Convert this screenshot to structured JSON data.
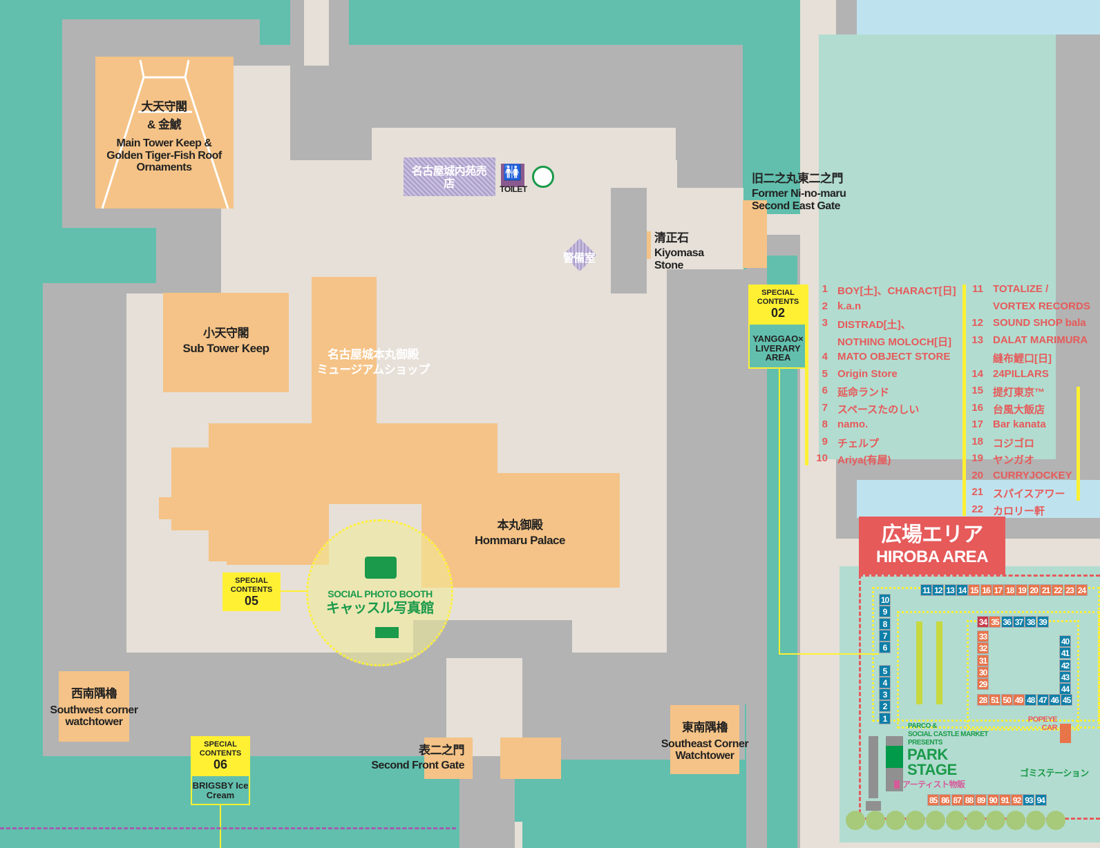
{
  "labels": {
    "main_tower_jp1": "大天守閣",
    "main_tower_jp2": "& 金鯱",
    "main_tower_en": "Main Tower Keep & Golden Tiger-Fish Roof Ornaments",
    "shop_jp": "名古屋城内苑売店",
    "toilet": "TOILET",
    "gate_ne_jp": "旧二之丸東二之門",
    "gate_ne_en1": "Former Ni-no-maru",
    "gate_ne_en2": "Second East Gate",
    "kiyomasa_jp": "清正石",
    "kiyomasa_en1": "Kiyomasa",
    "kiyomasa_en2": "Stone",
    "guard_room": "警備室",
    "sub_tower_jp": "小天守閣",
    "sub_tower_en": "Sub Tower Keep",
    "museum_shop1": "名古屋城本丸御殿",
    "museum_shop2": "ミュージアムショップ",
    "hommaru_jp": "本丸御殿",
    "hommaru_en": "Hommaru Palace",
    "photo_booth_en": "SOCIAL PHOTO BOOTH",
    "photo_booth_jp": "キャッスル写真館",
    "sw_jp": "西南隅櫓",
    "sw_en1": "Southwest corner",
    "sw_en2": "watchtower",
    "front_gate_jp": "表二之門",
    "front_gate_en": "Second Front Gate",
    "se_jp": "東南隅櫓",
    "se_en1": "Southeast Corner",
    "se_en2": "Watchtower",
    "hiroba_jp": "広場エリア",
    "hiroba_en": "HIROBA AREA",
    "parco1": "PARCO &",
    "parco2": "SOCIAL CASTLE MARKET",
    "parco3": "PRESENTS",
    "park1": "PARK",
    "park2": "STAGE",
    "artist_goods": "アーティスト物販",
    "popeye1": "POPEYE",
    "popeye2": "CAR",
    "garbage": "ゴミステーション"
  },
  "special": [
    {
      "title": "SPECIAL CONTENTS",
      "num": "02",
      "sub": "YANGGAO× LIVERARY AREA"
    },
    {
      "title": "SPECIAL CONTENTS",
      "num": "05"
    },
    {
      "title": "SPECIAL CONTENTS",
      "num": "06",
      "sub": "BRIGSBY Ice Cream"
    }
  ],
  "vendors_left": [
    [
      "1",
      "BOY[土]、CHARACT[日]"
    ],
    [
      "2",
      "k.a.n"
    ],
    [
      "3",
      "DISTRAD[土]、"
    ],
    [
      "",
      "NOTHING MOLOCH[日]"
    ],
    [
      "4",
      "MATO OBJECT STORE"
    ],
    [
      "5",
      "Origin Store"
    ],
    [
      "6",
      "延命ランド"
    ],
    [
      "7",
      "スペースたのしい"
    ],
    [
      "8",
      "namo."
    ],
    [
      "9",
      "チェルプ"
    ],
    [
      "10",
      "Ariya(有屋)"
    ]
  ],
  "vendors_right": [
    [
      "11",
      "TOTALIZE /"
    ],
    [
      "",
      "VORTEX RECORDS"
    ],
    [
      "12",
      "SOUND SHOP bala"
    ],
    [
      "13",
      "DALAT MARIMURA"
    ],
    [
      "",
      "縫布鯉口[日]"
    ],
    [
      "14",
      "24PILLARS"
    ],
    [
      "15",
      "提灯東京™"
    ],
    [
      "16",
      "台風大飯店"
    ],
    [
      "17",
      "Bar kanata"
    ],
    [
      "18",
      "コジゴロ"
    ],
    [
      "19",
      "ヤンガオ"
    ],
    [
      "20",
      "CURRYJOCKEY"
    ],
    [
      "21",
      "スパイスアワー"
    ],
    [
      "22",
      "カロリー軒"
    ]
  ],
  "booths": {
    "top": [
      [
        "11",
        "bl"
      ],
      [
        "12",
        "bl"
      ],
      [
        "13",
        "bl"
      ],
      [
        "14",
        "bl"
      ],
      [
        "15",
        "or"
      ],
      [
        "16",
        "or"
      ],
      [
        "17",
        "or"
      ],
      [
        "18",
        "or"
      ],
      [
        "19",
        "or"
      ],
      [
        "20",
        "or"
      ],
      [
        "21",
        "or"
      ],
      [
        "22",
        "or"
      ],
      [
        "23",
        "or"
      ],
      [
        "24",
        "or"
      ]
    ],
    "left": [
      [
        "10",
        "bl"
      ],
      [
        "9",
        "bl"
      ],
      [
        "8",
        "bl"
      ],
      [
        "7",
        "bl"
      ],
      [
        "6",
        "bl"
      ],
      [
        "5",
        "bl"
      ],
      [
        "4",
        "bl"
      ],
      [
        "3",
        "bl"
      ],
      [
        "2",
        "bl"
      ],
      [
        "1",
        "bl"
      ]
    ],
    "inner_top": [
      [
        "34",
        "rd"
      ],
      [
        "35",
        "or"
      ],
      [
        "36",
        "bl"
      ],
      [
        "37",
        "bl"
      ],
      [
        "38",
        "bl"
      ],
      [
        "39",
        "bl"
      ]
    ],
    "inner_left": [
      [
        "33",
        "or"
      ],
      [
        "32",
        "or"
      ],
      [
        "31",
        "or"
      ],
      [
        "30",
        "or"
      ],
      [
        "29",
        "or"
      ]
    ],
    "inner_right": [
      [
        "40",
        "bl"
      ],
      [
        "41",
        "bl"
      ],
      [
        "42",
        "bl"
      ],
      [
        "43",
        "bl"
      ],
      [
        "44",
        "bl"
      ]
    ],
    "inner_bottom": [
      [
        "28",
        "or"
      ],
      [
        "51",
        "or"
      ],
      [
        "50",
        "or"
      ],
      [
        "49",
        "or"
      ],
      [
        "48",
        "bl"
      ],
      [
        "47",
        "bl"
      ],
      [
        "46",
        "bl"
      ],
      [
        "45",
        "bl"
      ]
    ],
    "bottom": [
      [
        "85",
        "or"
      ],
      [
        "86",
        "or"
      ],
      [
        "87",
        "or"
      ],
      [
        "88",
        "or"
      ],
      [
        "89",
        "or"
      ],
      [
        "90",
        "or"
      ],
      [
        "91",
        "or"
      ],
      [
        "92",
        "or"
      ],
      [
        "93",
        "bl"
      ],
      [
        "94",
        "bl"
      ]
    ]
  }
}
